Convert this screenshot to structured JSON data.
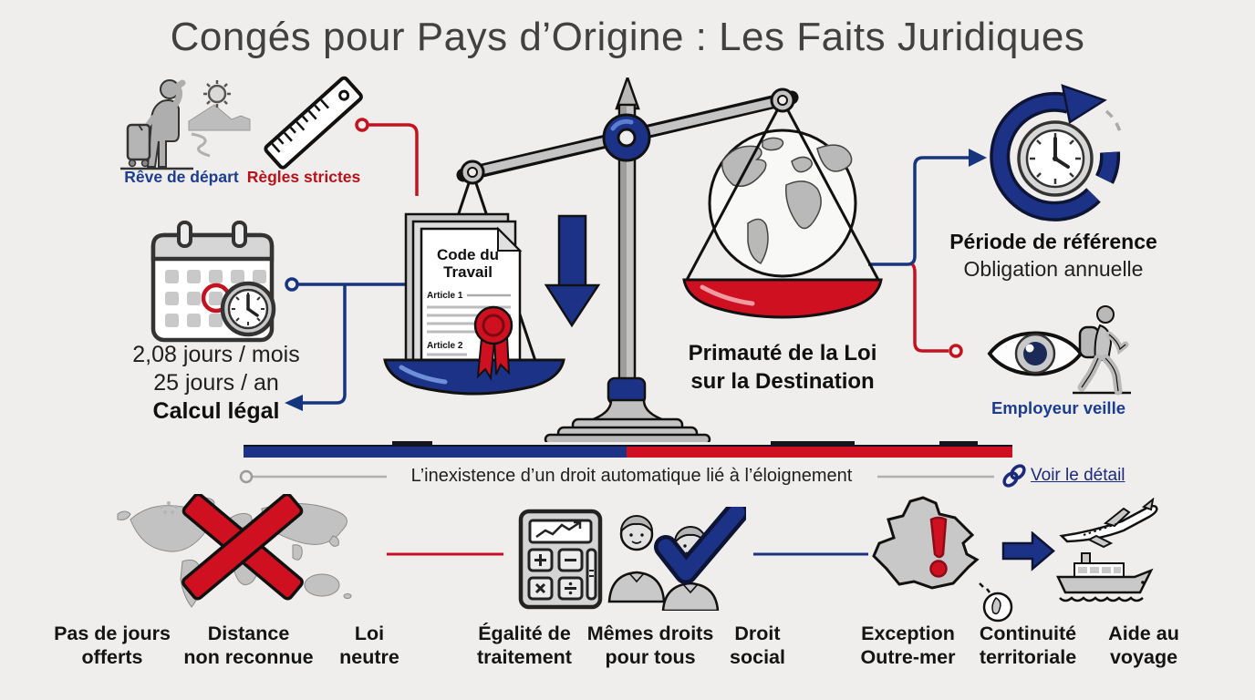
{
  "title": "Congés pour Pays d’Origine : Les Faits Juridiques",
  "colors": {
    "background": "#efeeec",
    "navy": "#1b3287",
    "red": "#cf1020",
    "text_navy": "#1c3c8e",
    "text_red": "#b5121b"
  },
  "icons": [
    "traveler-icon",
    "ruler-icon",
    "calendar-clock-icon",
    "balance-scale-icon",
    "code-du-travail-document-icon",
    "globe-icon",
    "down-arrow-icon",
    "circular-arrow-clock-icon",
    "eye-icon",
    "backpacker-icon",
    "world-map-crossed-icon",
    "calculator-icon",
    "two-workers-check-icon",
    "france-map-exclamation-icon",
    "corsica-circle-icon",
    "right-arrow-icon",
    "airplane-icon",
    "ferry-icon",
    "link-icon"
  ],
  "top_left": {
    "dream_label": "Rêve de départ",
    "rules_label": "Règles strictes"
  },
  "calendar": {
    "rate_monthly": "2,08 jours / mois",
    "rate_yearly": "25 jours / an",
    "calc_label": "Calcul légal"
  },
  "scale": {
    "doc_title_line1": "Code du",
    "doc_title_line2": "Travail",
    "article1": "Article 1",
    "article2": "Article 2",
    "caption_line1": "Primauté de la Loi",
    "caption_line2": "sur la Destination"
  },
  "reference": {
    "title": "Période de référence",
    "subtitle": "Obligation annuelle"
  },
  "employer": {
    "label": "Employeur veille"
  },
  "middle": {
    "statement": "L’inexistence d’un droit automatique lié à l’éloignement",
    "link_label": "Voir le détail"
  },
  "bottom": {
    "items": [
      {
        "line1": "Pas de jours",
        "line2": "offerts"
      },
      {
        "line1": "Distance",
        "line2": "non reconnue"
      },
      {
        "line1": "Loi",
        "line2": "neutre"
      },
      {
        "line1": "Égalité de",
        "line2": "traitement"
      },
      {
        "line1": "Mêmes droits",
        "line2": "pour tous"
      },
      {
        "line1": "Droit",
        "line2": "social"
      },
      {
        "line1": "Exception",
        "line2": "Outre-mer"
      },
      {
        "line1": "Continuité",
        "line2": "territoriale"
      },
      {
        "line1": "Aide au",
        "line2": "voyage"
      }
    ]
  }
}
